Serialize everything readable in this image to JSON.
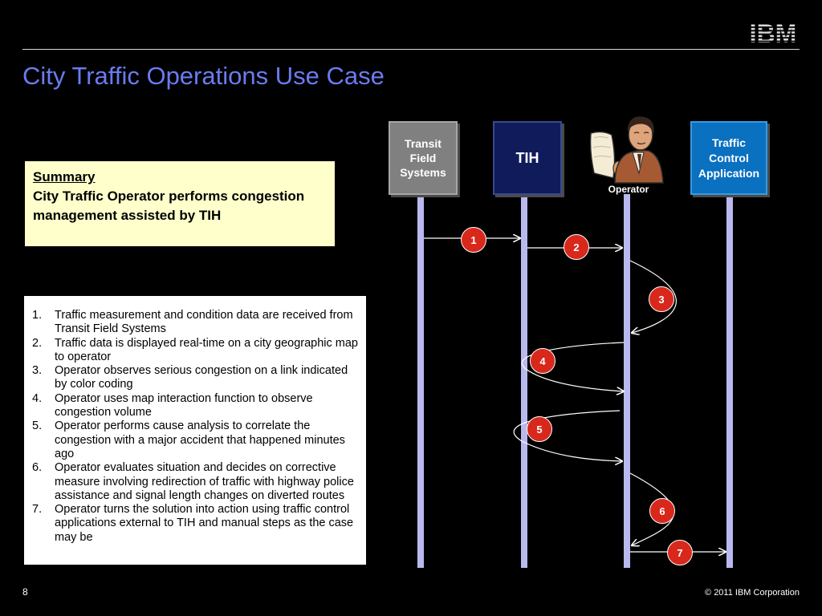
{
  "header": {
    "logo_text": "IBM",
    "title": "City Traffic Operations Use Case"
  },
  "summary": {
    "heading": "Summary",
    "text": "City Traffic Operator performs congestion management assisted by TIH"
  },
  "steps": [
    {
      "num": "1.",
      "text": "Traffic measurement and condition data are received from Transit Field Systems"
    },
    {
      "num": "2.",
      "text": "Traffic data is displayed real-time on a city geographic map to operator"
    },
    {
      "num": "3.",
      "text": "Operator observes serious congestion on a link indicated by color coding"
    },
    {
      "num": "4.",
      "text": "Operator uses map interaction function to observe congestion volume"
    },
    {
      "num": "5.",
      "text": "Operator performs cause analysis to correlate the congestion with a major accident that happened minutes ago"
    },
    {
      "num": "6.",
      "text": "Operator evaluates situation and decides on corrective measure involving redirection of traffic with highway police assistance and signal length changes on diverted routes"
    },
    {
      "num": "7.",
      "text": "Operator turns the solution into action using traffic control applications external to TIH and manual steps as the case may be"
    }
  ],
  "actors": {
    "transit": {
      "label": "Transit Field Systems"
    },
    "tih": {
      "label": "TIH"
    },
    "operator": {
      "label": "Operator"
    },
    "tca": {
      "label": "Traffic Control Application"
    }
  },
  "markers": [
    "1",
    "2",
    "3",
    "4",
    "5",
    "6",
    "7"
  ],
  "colors": {
    "title": "#6a7cf0",
    "summary_bg": "#ffffcc",
    "marker": "#d8281b",
    "lifeline": "#b9b9ef",
    "transit_box": "#808080",
    "tih_box": "#0f1b5a",
    "tca_box": "#0a70c0"
  },
  "footer": {
    "page_number": "8",
    "copyright": "© 2011 IBM Corporation"
  }
}
